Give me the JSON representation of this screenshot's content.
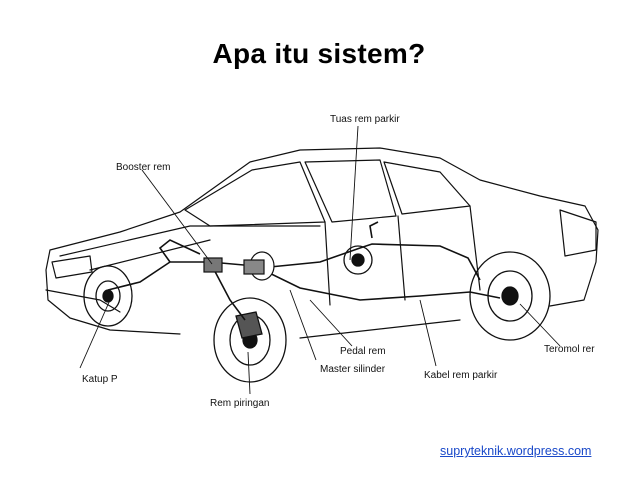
{
  "title": "Apa itu sistem?",
  "labels": {
    "tuas_rem_parkir": "Tuas rem parkir",
    "booster_rem": "Booster rem",
    "pedal_rem": "Pedal rem",
    "teromol_rem": "Teromol rer",
    "katup_p": "Katup P",
    "master_silinder": "Master silinder",
    "kabel_rem_parkir": "Kabel rem parkir",
    "rem_piringan": "Rem piringan"
  },
  "source_link": "supryteknik.wordpress.com"
}
